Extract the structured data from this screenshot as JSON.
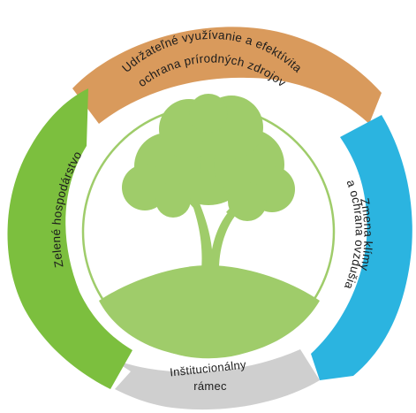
{
  "segments": {
    "top": {
      "line1": "Udržateľné využívanie a efektívita",
      "line2": "ochrana prírodných zdrojov",
      "color": "#d99a5c",
      "color_dark": "#c98a4c"
    },
    "right": {
      "line1": "Zmena klímy",
      "line2": "a ochrana ovzdušia",
      "color": "#2bb4e0",
      "color_dark": "#1f9fcc"
    },
    "bottom": {
      "line1": "Inštitucionálny",
      "line2": "rámec",
      "color": "#cfcfcf",
      "color_dark": "#b8b8b8"
    },
    "left": {
      "line1": "Zelené hospodárstvo",
      "color": "#7cbf3e",
      "color_dark": "#6aad2f"
    }
  },
  "center": {
    "icon": "tree-icon",
    "color": "#9fcc6a",
    "ring_color": "#9fcc6a"
  }
}
